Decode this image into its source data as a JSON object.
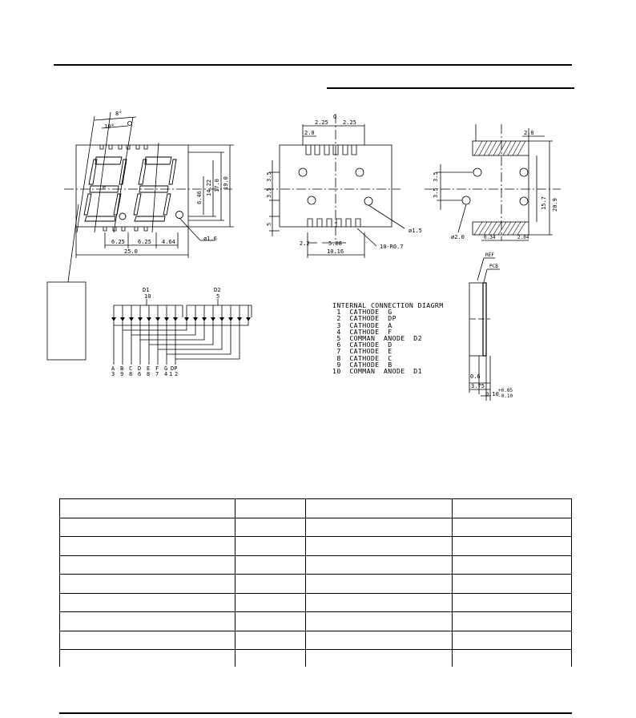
{
  "dims": {
    "front": {
      "angle": "8°",
      "tilt": "10°",
      "p1": "6.25",
      "p2": "6.25",
      "p3": "4.64",
      "width": "25.0",
      "h1": "6.46",
      "h2": "14.22",
      "h3": "17.0",
      "h4": "19.0",
      "dot": "ø1.6",
      "seg_e": "e"
    },
    "pins": {
      "top1": "2.25",
      "top2": "2.25",
      "top3": "2.0",
      "g": "G",
      "l1": "3.5",
      "l2": "3.5",
      "l3": "5",
      "bot1": "2.2",
      "bot2": "5.08",
      "total": "10.16",
      "hole": "ø1.5",
      "pads": "10-R0.7"
    },
    "side": {
      "a": "2.0",
      "v1": "3.5",
      "v2": "3.5",
      "h1": "15.7",
      "h2": "20.9",
      "hole": "ø2.0",
      "w1": "0.34",
      "w2": "2.04"
    },
    "profile": {
      "ref": "REF",
      "pcb": "PCB",
      "d1": "0.6",
      "d2": "3.75",
      "tol": "0.10",
      "tol_plus": "+0.05",
      "tol_minus": "-0.10"
    }
  },
  "circuit": {
    "d1": "D1",
    "d2": "D2",
    "pin10": "10",
    "pin5": "5",
    "letters": [
      "A",
      "B",
      "C",
      "D",
      "E",
      "F",
      "G",
      "DP"
    ],
    "numbers": [
      "3",
      "9",
      "8",
      "6",
      "8",
      "7",
      "4",
      "1",
      "2"
    ]
  },
  "connection": {
    "title": "INTERNAL CONNECTION DIAGRM",
    "lines": [
      " 1  CATHODE  G",
      " 2  CATHODE  DP",
      " 3  CATHODE  A",
      " 4  CATHODE  F",
      " 5  COMMAN  ANODE  D2",
      " 6  CATHODE  D",
      " 7  CATHODE  E",
      " 8  CATHODE  C",
      " 9  CATHODE  B",
      "10  COMMAN  ANODE  D1"
    ]
  }
}
